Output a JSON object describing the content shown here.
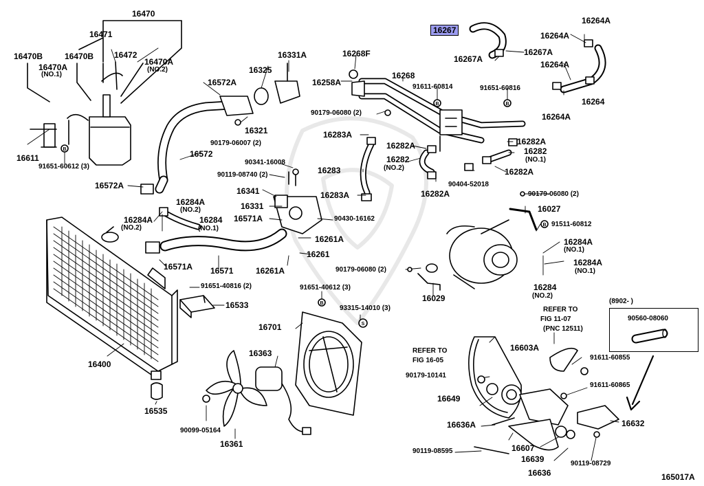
{
  "diagram_id": "165017A",
  "highlighted_part": "16267",
  "labels": {
    "p16470": "16470",
    "p16471": "16471",
    "p16470b_a": "16470B",
    "p16470b_b": "16470B",
    "p16472": "16472",
    "p16470a_1": "16470A",
    "p16470a_1_note": "(NO.1)",
    "p16470a_2": "16470A",
    "p16470a_2_note": "(NO.2)",
    "p16611": "16611",
    "p91651_60612": "91651-60612 (3)",
    "p16325": "16325",
    "p16331a": "16331A",
    "p16572a_top": "16572A",
    "p16321": "16321",
    "p90179_06007": "90179-06007 (2)",
    "p16572": "16572",
    "p16572a_low": "16572A",
    "p90341_16008": "90341-16008",
    "p90119_08740": "90119-08740 (2)",
    "p16341": "16341",
    "p16331": "16331",
    "p16571a_right": "16571A",
    "p90430_16162": "90430-16162",
    "p16284a_l1": "16284A",
    "p16284a_l1_note": "(NO.2)",
    "p16284a_l2": "16284A",
    "p16284a_l2_note": "(NO.2)",
    "p16284_l": "16284",
    "p16284_l_note": "(NO.1)",
    "p16261a_a": "16261A",
    "p16261": "16261",
    "p16261a_b": "16261A",
    "p16571": "16571",
    "p16571a_left": "16571A",
    "p91651_40816": "91651-40816 (2)",
    "p16533": "16533",
    "p16400": "16400",
    "p16535": "16535",
    "p16268f": "16268F",
    "p16258a": "16258A",
    "p16268": "16268",
    "p91611_60814": "91611-60814",
    "p91651_60816": "91651-60816",
    "p90179_06080_a": "90179-06080 (2)",
    "p16283a_a": "16283A",
    "p16282a_a": "16282A",
    "p16282": "16282",
    "p16282_note2": "(NO.2)",
    "p16283": "16283",
    "p16283a_b": "16283A",
    "p16282a_b": "16282A",
    "p90404_52018": "90404-52018",
    "p16282a_c": "16282A",
    "p16282a_d": "16282A",
    "p16282_r": "16282",
    "p16282_r_note": "(NO.1)",
    "p16267": "16267",
    "p16267a_a": "16267A",
    "p16267a_b": "16267A",
    "p16264a_1": "16264A",
    "p16264a_2": "16264A",
    "p16264a_3": "16264A",
    "p16264a_4": "16264A",
    "p16264": "16264",
    "p90179_06080_b": "90179-06080 (2)",
    "p16027": "16027",
    "p91511_60812": "91511-60812",
    "p16284a_r1": "16284A",
    "p16284a_r1_note": "(NO.1)",
    "p16284a_r2": "16284A",
    "p16284a_r2_note": "(NO.1)",
    "p16284_r": "16284",
    "p16284_r_note": "(NO.2)",
    "p90179_06080_c": "90179-06080 (2)",
    "p16029": "16029",
    "p91651_40612": "91651-40612 (3)",
    "p93315_14010": "93315-14010 (3)",
    "p16701": "16701",
    "p16363": "16363",
    "p90099_05164": "90099-05164",
    "p16361": "16361",
    "ref_a_1": "REFER TO",
    "ref_a_2": "FIG 11-07",
    "ref_a_3": "(PNC 12511)",
    "ref_b_1": "REFER TO",
    "ref_b_2": "FIG 16-05",
    "p90179_10141": "90179-10141",
    "p16603a": "16603A",
    "p91611_60855": "91611-60855",
    "p91611_60865": "91611-60865",
    "p16649": "16649",
    "p16636a": "16636A",
    "p16607": "16607",
    "p16639": "16639",
    "p16636": "16636",
    "p90119_08595": "90119-08595",
    "p90119_08729": "90119-08729",
    "p16632": "16632",
    "inset_date": "(8902-     )",
    "inset_part": "90560-08060"
  }
}
